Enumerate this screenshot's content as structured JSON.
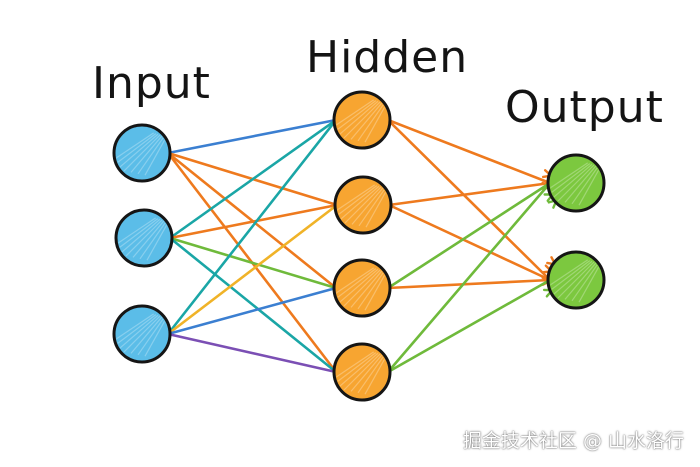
{
  "layers": {
    "input": {
      "title": "Input",
      "color": "#5bbde8"
    },
    "hidden": {
      "title": "Hidden",
      "color": "#f7a531"
    },
    "output": {
      "title": "Output",
      "color": "#7cc83f"
    }
  },
  "connection_colors": {
    "blue": "#3b7fd1",
    "orange": "#ee7a1e",
    "green": "#6fba3b",
    "teal": "#1aa6a6",
    "purple": "#7b4fb4",
    "yellow": "#f0b328"
  },
  "watermark": "掘金技术社区 @ 山水洛行"
}
